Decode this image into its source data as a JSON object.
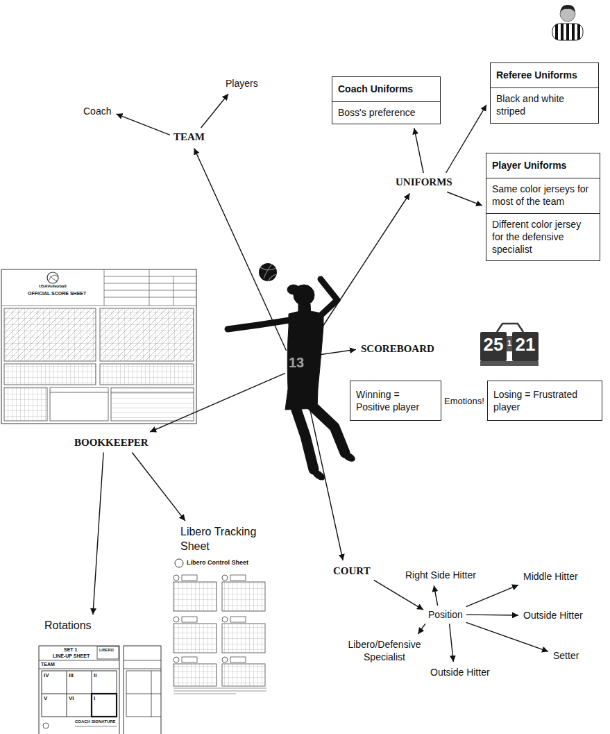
{
  "diagram": {
    "nodes": [
      {
        "text": [
          "Coach Uniforms",
          "Boss's preference"
        ]
      },
      {
        "text": [
          "Referee Uniforms",
          "Black and white striped"
        ]
      },
      {
        "text": [
          "Players"
        ]
      },
      {
        "text": [
          "Coach"
        ]
      },
      {
        "text": [
          "TEAM"
        ]
      },
      {
        "text": [
          "Player Uniforms",
          "Same color jerseys for most of the team",
          "Different color jersey for the defensive specialist"
        ]
      },
      {
        "text": [
          "UNIFORMS"
        ]
      },
      {
        "text": [
          "13"
        ]
      },
      {
        "text": [
          "SCOREBOARD"
        ]
      },
      {
        "text": [
          "Winning = Positive player"
        ]
      },
      {
        "text": [
          "Losing = Frustrated player"
        ]
      },
      {
        "text": [
          "BOOKKEEPER"
        ]
      },
      {
        "text": [
          "Libero Tracking Sheet"
        ]
      },
      {
        "text": [
          "COURT"
        ]
      },
      {
        "text": [
          "Right Side Hitter"
        ]
      },
      {
        "text": [
          "Middle Hitter"
        ]
      },
      {
        "text": [
          "Position"
        ]
      },
      {
        "text": [
          "Outside Hitter"
        ]
      },
      {
        "text": [
          "Rotations"
        ]
      },
      {
        "text": [
          "Libero/Defensive Specialist"
        ]
      },
      {
        "text": [
          "Setter"
        ]
      },
      {
        "text": [
          "Outside Hitter"
        ]
      }
    ],
    "edges": [
      {
        "from": 7,
        "to": 4,
        "arrow": "to"
      },
      {
        "from": 4,
        "to": 3,
        "arrow": "to"
      },
      {
        "from": 4,
        "to": 2,
        "arrow": "to"
      },
      {
        "from": 7,
        "to": 6,
        "arrow": "to"
      },
      {
        "from": 6,
        "to": 0,
        "arrow": "to"
      },
      {
        "from": 6,
        "to": 1,
        "arrow": "to"
      },
      {
        "from": 6,
        "to": 5,
        "arrow": "to"
      },
      {
        "from": 7,
        "to": 8,
        "arrow": "to"
      },
      {
        "from": 7,
        "to": 11,
        "arrow": "to"
      },
      {
        "from": 11,
        "to": 18,
        "arrow": "to"
      },
      {
        "from": 11,
        "to": 12,
        "arrow": "to"
      },
      {
        "from": 7,
        "to": 13,
        "arrow": "to"
      },
      {
        "from": 13,
        "to": 16,
        "arrow": "to"
      },
      {
        "from": 16,
        "to": 14,
        "arrow": "to"
      },
      {
        "from": 16,
        "to": 15,
        "arrow": "to"
      },
      {
        "from": 16,
        "to": 17,
        "arrow": "to"
      },
      {
        "from": 16,
        "to": 20,
        "arrow": "to"
      },
      {
        "from": 16,
        "to": 21,
        "arrow": "to"
      },
      {
        "from": 16,
        "to": 19,
        "arrow": "to"
      }
    ],
    "labels": [
      "Emotions!",
      "25",
      "1",
      "21",
      "USAVolleyball",
      "OFFICIAL SCORE SHEET",
      "Libero Control Sheet",
      "SET 1",
      "LINE-UP SHEET",
      "LIBERO",
      "TEAM",
      "IV",
      "III",
      "II",
      "V",
      "VI",
      "I",
      "COACH SIGNATURE"
    ]
  }
}
